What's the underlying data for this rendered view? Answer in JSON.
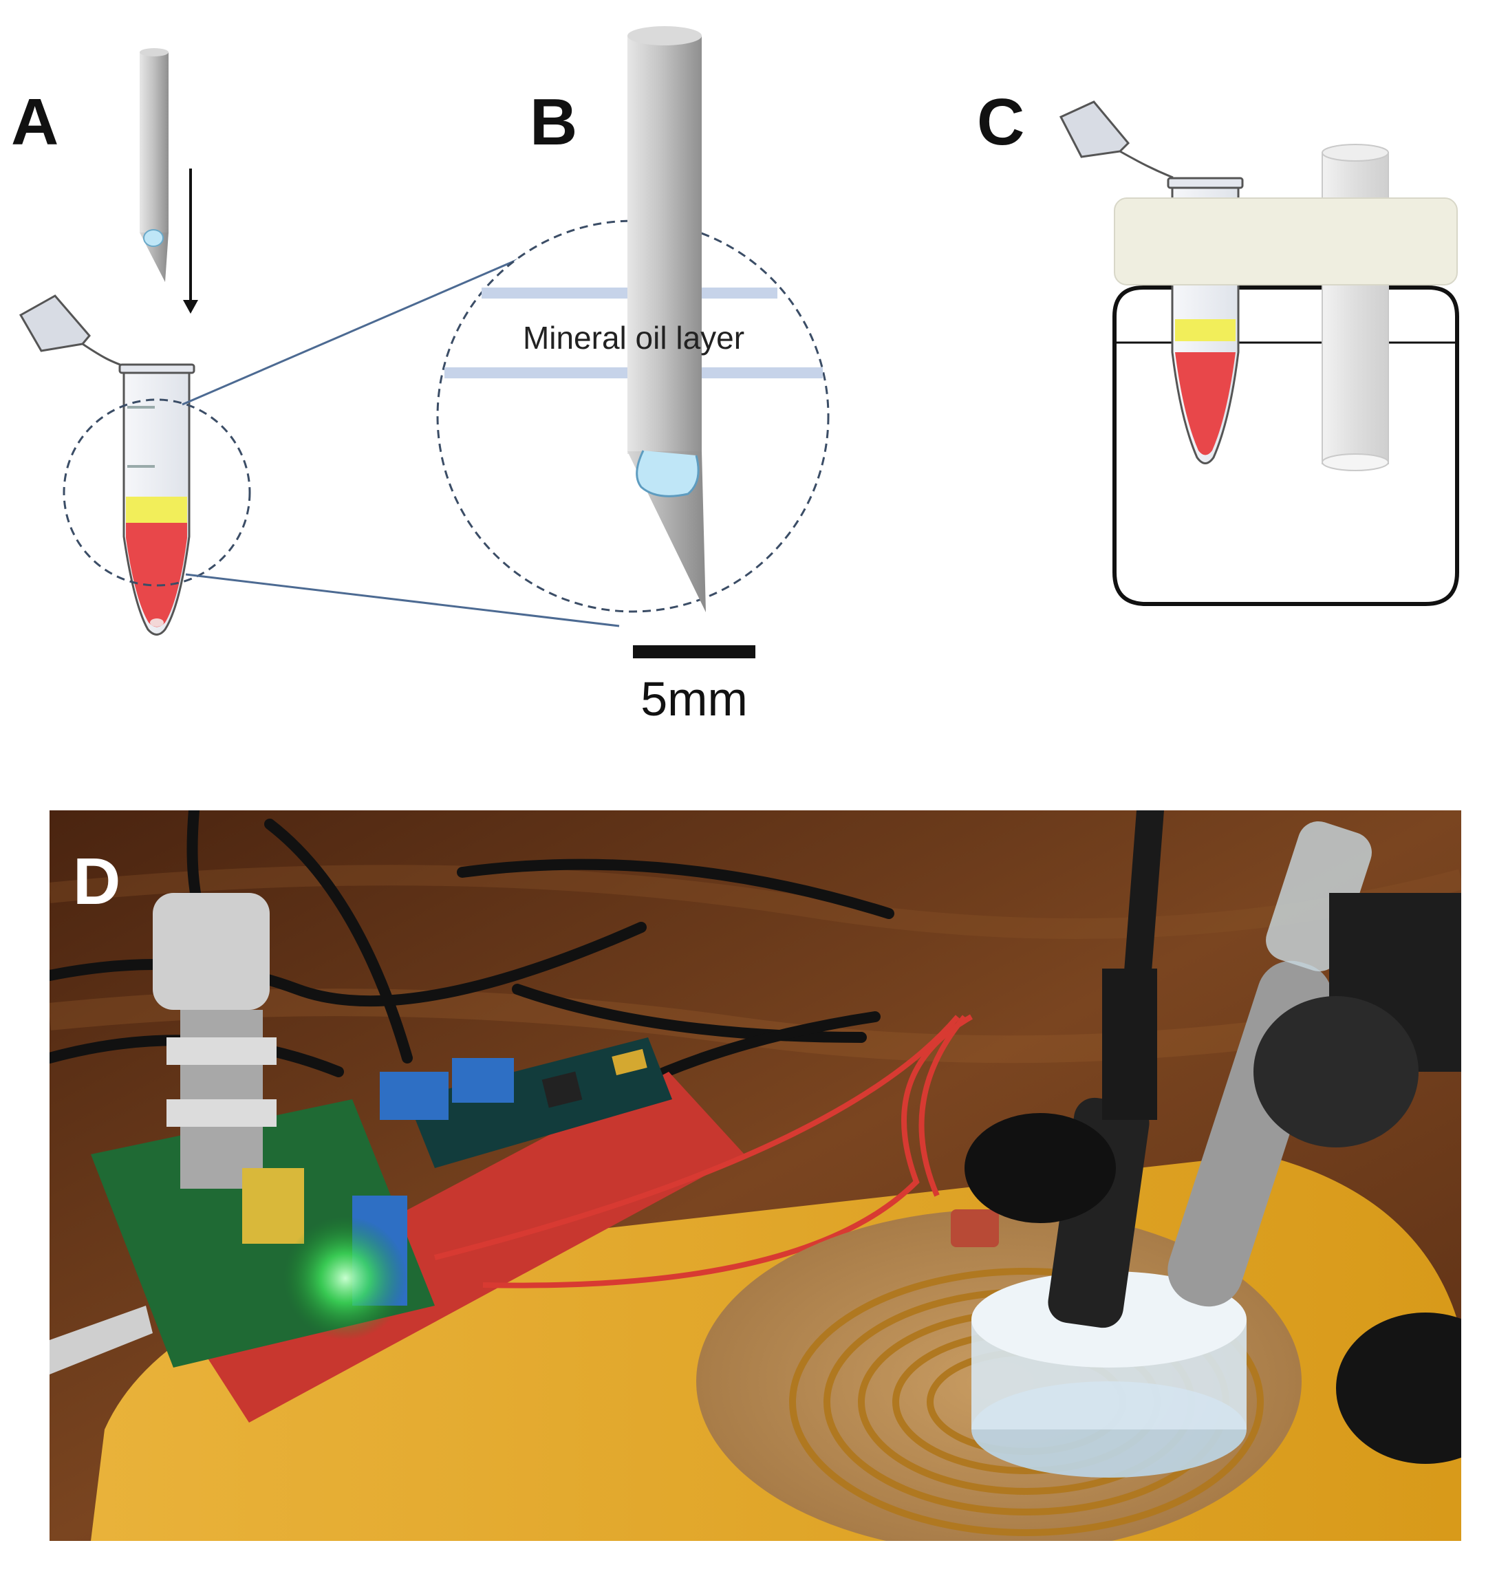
{
  "panels": {
    "a": "A",
    "b": "B",
    "c": "C",
    "d": "D"
  },
  "labels": {
    "oil_layer": "Mineral oil layer",
    "scale_bar": "5mm"
  },
  "colors": {
    "sample_red": "#e8474a",
    "oil_yellow": "#f2ee5a",
    "oil_band": "#c6d3e9",
    "probe_grey": "#bdbdbd",
    "holder_cream": "#efeee0",
    "table_wood": "#6b3a1a",
    "hotplate_yellow": "#e8a81e"
  }
}
